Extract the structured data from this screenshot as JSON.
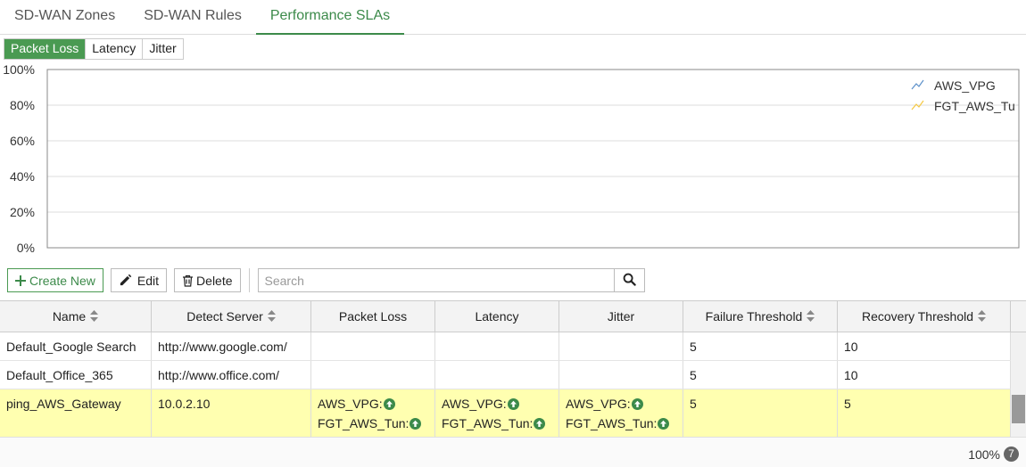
{
  "nav_tabs": [
    {
      "label": "SD-WAN Zones",
      "active": false
    },
    {
      "label": "SD-WAN Rules",
      "active": false
    },
    {
      "label": "Performance SLAs",
      "active": true
    }
  ],
  "sub_tabs": [
    {
      "label": "Packet Loss",
      "active": true
    },
    {
      "label": "Latency",
      "active": false
    },
    {
      "label": "Jitter",
      "active": false
    }
  ],
  "chart_data": {
    "type": "line",
    "yticks": [
      "100%",
      "80%",
      "60%",
      "40%",
      "20%",
      "0%"
    ],
    "ylim": [
      0,
      100
    ],
    "grid": true,
    "legend_position": "top-right",
    "series": [
      {
        "name": "AWS_VPG",
        "color": "#5b8fc9",
        "values": []
      },
      {
        "name": "FGT_AWS_Tu",
        "color": "#f5c842",
        "values": []
      }
    ]
  },
  "toolbar": {
    "create_label": "Create New",
    "edit_label": "Edit",
    "delete_label": "Delete",
    "search_placeholder": "Search"
  },
  "table": {
    "columns": [
      "Name",
      "Detect Server",
      "Packet Loss",
      "Latency",
      "Jitter",
      "Failure Threshold",
      "Recovery Threshold"
    ],
    "rows": [
      {
        "name": "Default_Google Search",
        "server": "http://www.google.com/",
        "packet_loss": [],
        "latency": [],
        "jitter": [],
        "failure": "5",
        "recovery": "10"
      },
      {
        "name": "Default_Office_365",
        "server": "http://www.office.com/",
        "packet_loss": [],
        "latency": [],
        "jitter": [],
        "failure": "5",
        "recovery": "10"
      },
      {
        "name": "ping_AWS_Gateway",
        "server": "10.0.2.10",
        "packet_loss": [
          "AWS_VPG:",
          "FGT_AWS_Tun:"
        ],
        "latency": [
          "AWS_VPG:",
          "FGT_AWS_Tun:"
        ],
        "jitter": [
          "AWS_VPG:",
          "FGT_AWS_Tun:"
        ],
        "failure": "5",
        "recovery": "5"
      }
    ]
  },
  "footer": {
    "zoom": "100%",
    "count": "7"
  },
  "colors": {
    "accent": "#4a9a52",
    "highlight_row": "#ffffb0",
    "status_up": "#3c8a4a"
  }
}
